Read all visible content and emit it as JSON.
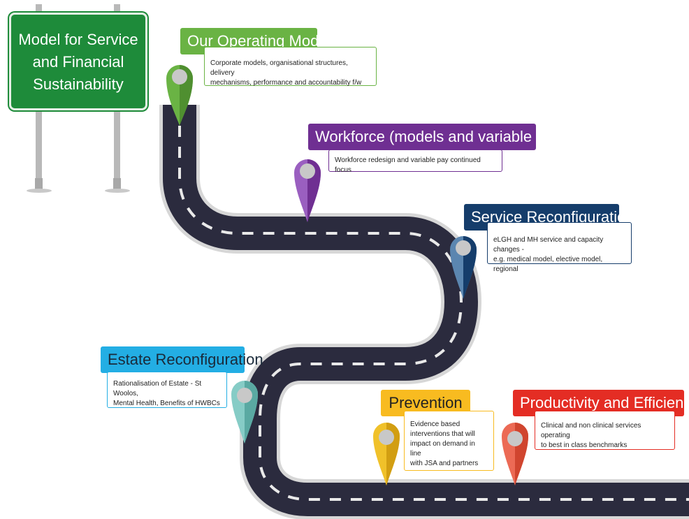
{
  "sign": {
    "lines": [
      "Model for Service",
      "and Financial",
      "Sustainability"
    ],
    "color": "#1e8b3a"
  },
  "milestones": [
    {
      "title": "Our Operating Model",
      "color": "#6ab344",
      "desc_lines": [
        "Corporate models, organisational structures, delivery",
        "mechanisms, performance and accountability f/w"
      ]
    },
    {
      "title": "Workforce (models and variable pay)",
      "color": "#6f2f92",
      "desc_lines": [
        "Workforce redesign and variable pay continued focus"
      ]
    },
    {
      "title": "Service Reconfiguration",
      "color": "#153d6b",
      "desc_lines": [
        "eLGH and MH service and capacity changes -",
        "e.g. medical model, elective model, regional"
      ]
    },
    {
      "title": "Estate Reconfiguration",
      "color": "#23aee4",
      "desc_lines": [
        "Rationalisation of Estate - St Woolos,",
        "Mental Health, Benefits of HWBCs"
      ]
    },
    {
      "title": "Prevention",
      "color": "#f8bb20",
      "desc_lines": [
        "Evidence based",
        "interventions that will",
        "impact on demand in line",
        "with JSA and partners"
      ]
    },
    {
      "title": "Productivity and Efficiency",
      "color": "#e42d24",
      "desc_lines": [
        "Clinical and non clinical services operating",
        "to best in class benchmarks"
      ]
    }
  ],
  "pin_icon": "map-pin-icon",
  "road_color": "#2b2b3e"
}
